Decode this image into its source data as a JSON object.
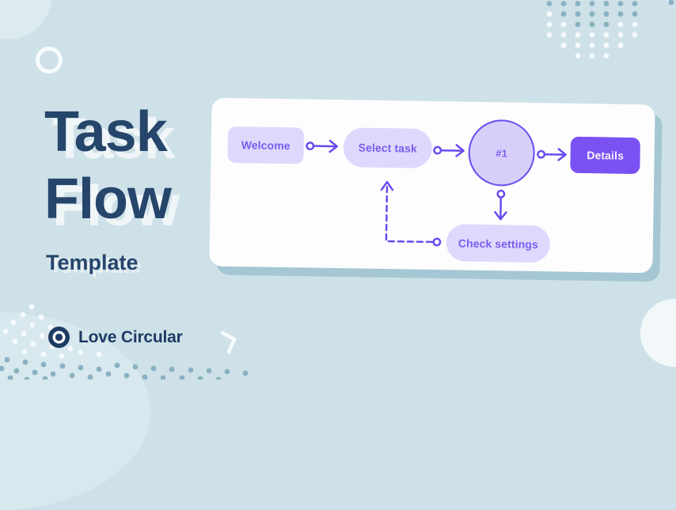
{
  "hero": {
    "title_line1": "Task",
    "title_line2": "Flow",
    "subtitle": "Template"
  },
  "brand": {
    "name": "Love Circular",
    "logo": "bullseye-icon"
  },
  "flowchart": {
    "nodes": [
      {
        "id": "welcome",
        "label": "Welcome",
        "shape": "rounded-rect"
      },
      {
        "id": "select-task",
        "label": "Select task",
        "shape": "pill"
      },
      {
        "id": "step-1",
        "label": "#1",
        "shape": "circle"
      },
      {
        "id": "details",
        "label": "Details",
        "shape": "rounded-rect-solid"
      },
      {
        "id": "check-settings",
        "label": "Check settings",
        "shape": "pill"
      }
    ],
    "edges": [
      {
        "from": "welcome",
        "to": "select-task",
        "style": "solid-arrow"
      },
      {
        "from": "select-task",
        "to": "step-1",
        "style": "solid-arrow"
      },
      {
        "from": "step-1",
        "to": "details",
        "style": "solid-arrow"
      },
      {
        "from": "step-1",
        "to": "check-settings",
        "style": "solid-arrow"
      },
      {
        "from": "check-settings",
        "to": "select-task",
        "style": "dashed-arrow"
      }
    ]
  },
  "colors": {
    "background": "#cee1e8",
    "navy": "#26456b",
    "accent_purple": "#6b4bf0",
    "node_fill": "#ded9fc",
    "circle_fill": "#d7cffa",
    "solid_node_fill": "#7a52f3",
    "node_text": "#7b5cf0",
    "card_shadow": "#a5c7d3",
    "teal_dot": "#8ab1c1",
    "white_dot": "#f6fafc"
  }
}
